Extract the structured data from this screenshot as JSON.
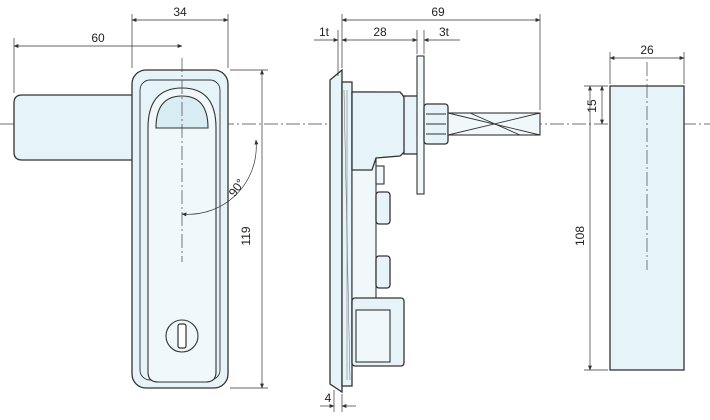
{
  "dimensions": {
    "d_34": "34",
    "d_69": "69",
    "d_60": "60",
    "d_1t": "1t",
    "d_28": "28",
    "d_3t": "3t",
    "d_26": "26",
    "d_15": "15",
    "d_119": "119",
    "d_108": "108",
    "d_4": "4",
    "d_90": "90°"
  },
  "colors": {
    "part_fill": "#e6f3f8",
    "outline": "#333333"
  }
}
